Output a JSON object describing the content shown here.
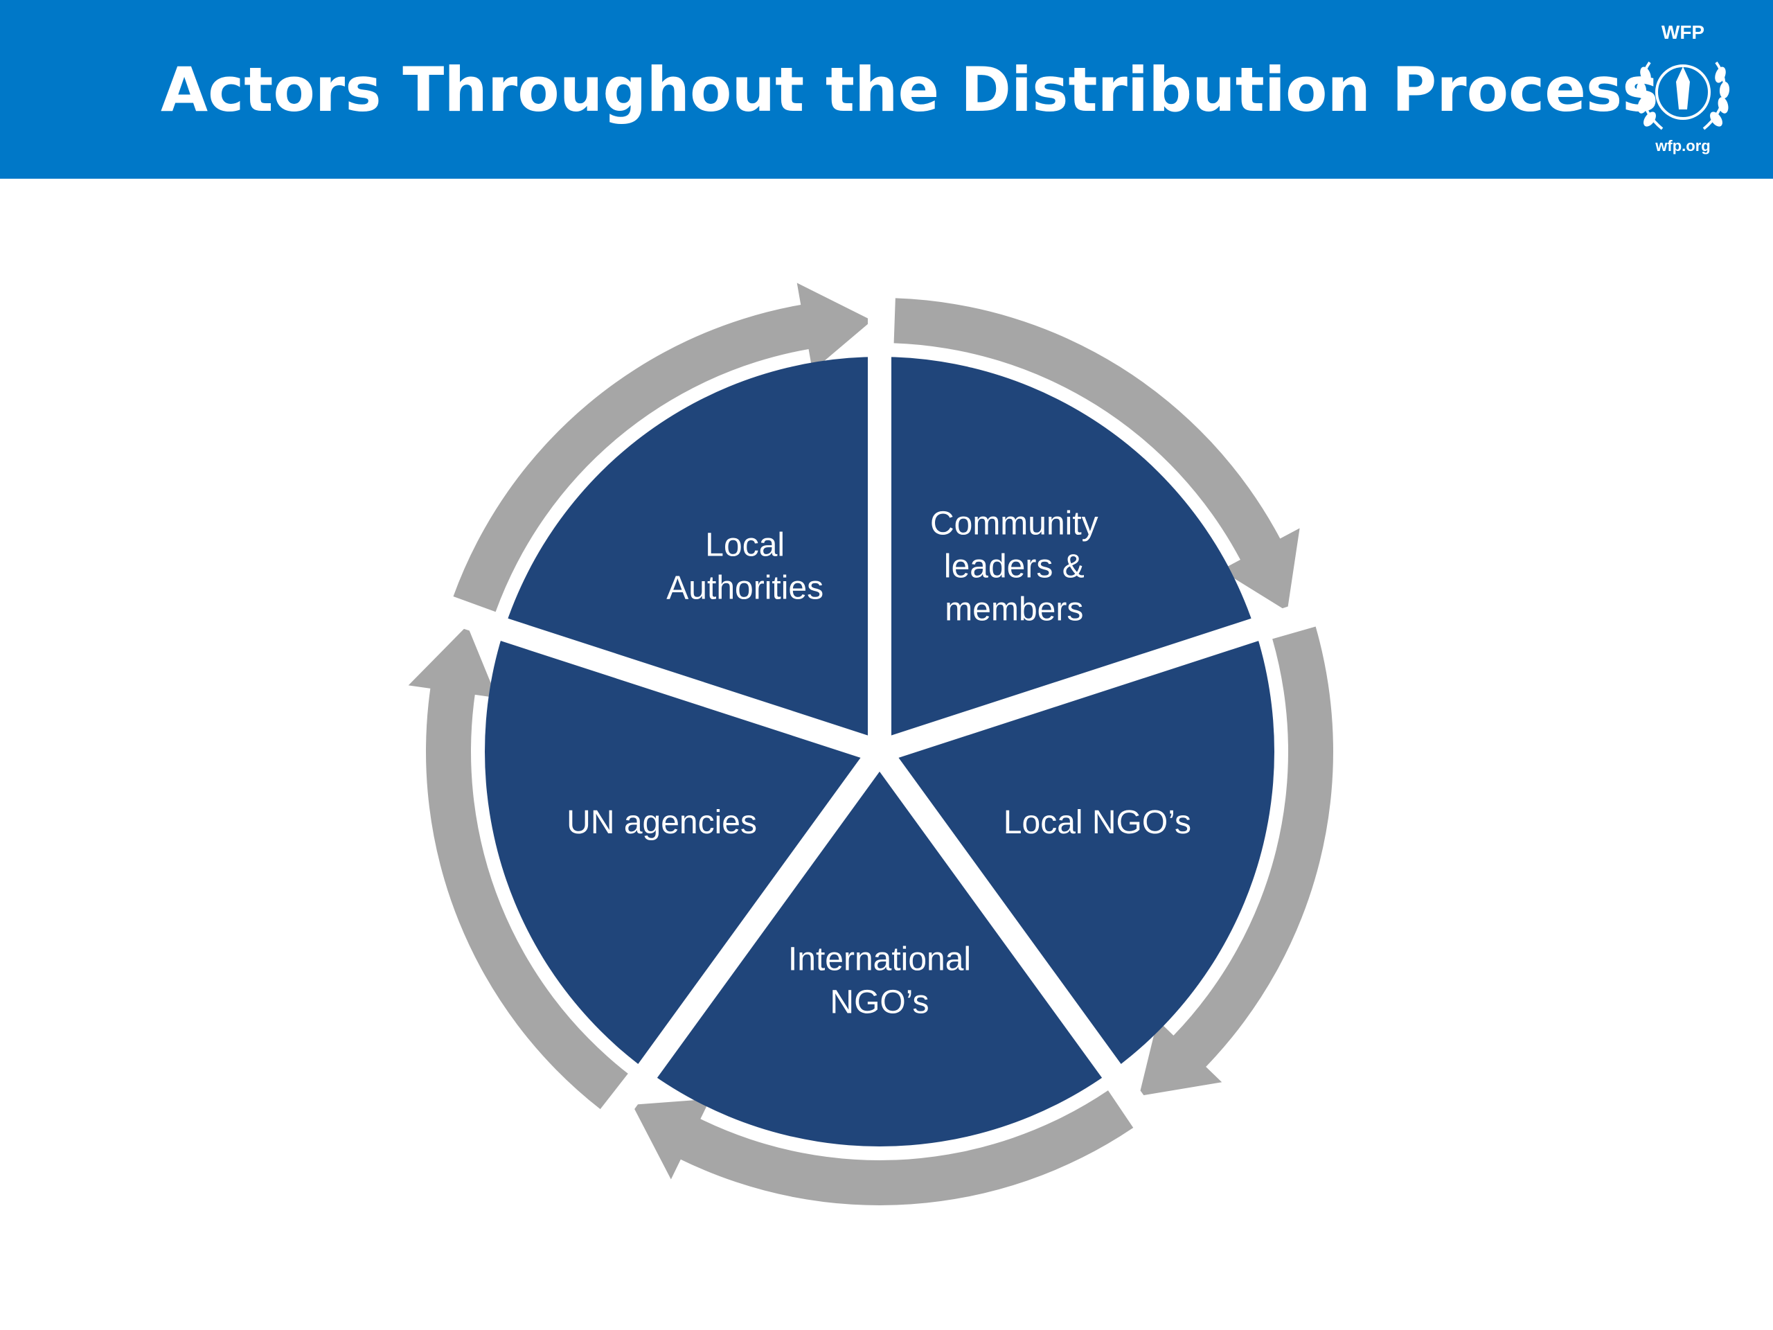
{
  "slide": {
    "title": "Actors Throughout the Distribution Process"
  },
  "logo": {
    "top_text": "WFP",
    "bottom_text": "wfp.org"
  },
  "diagram": {
    "type": "cycle",
    "segments": [
      {
        "lines": [
          "Community",
          "leaders &",
          "members"
        ]
      },
      {
        "lines": [
          "Local NGO’s"
        ]
      },
      {
        "lines": [
          "International",
          "NGO’s"
        ]
      },
      {
        "lines": [
          "UN agencies"
        ]
      },
      {
        "lines": [
          "Local",
          "Authorities"
        ]
      }
    ]
  },
  "colors": {
    "header": "#0078c8",
    "segment_fill": "#20457a",
    "arrow": "#a6a6a6",
    "text": "#ffffff"
  }
}
